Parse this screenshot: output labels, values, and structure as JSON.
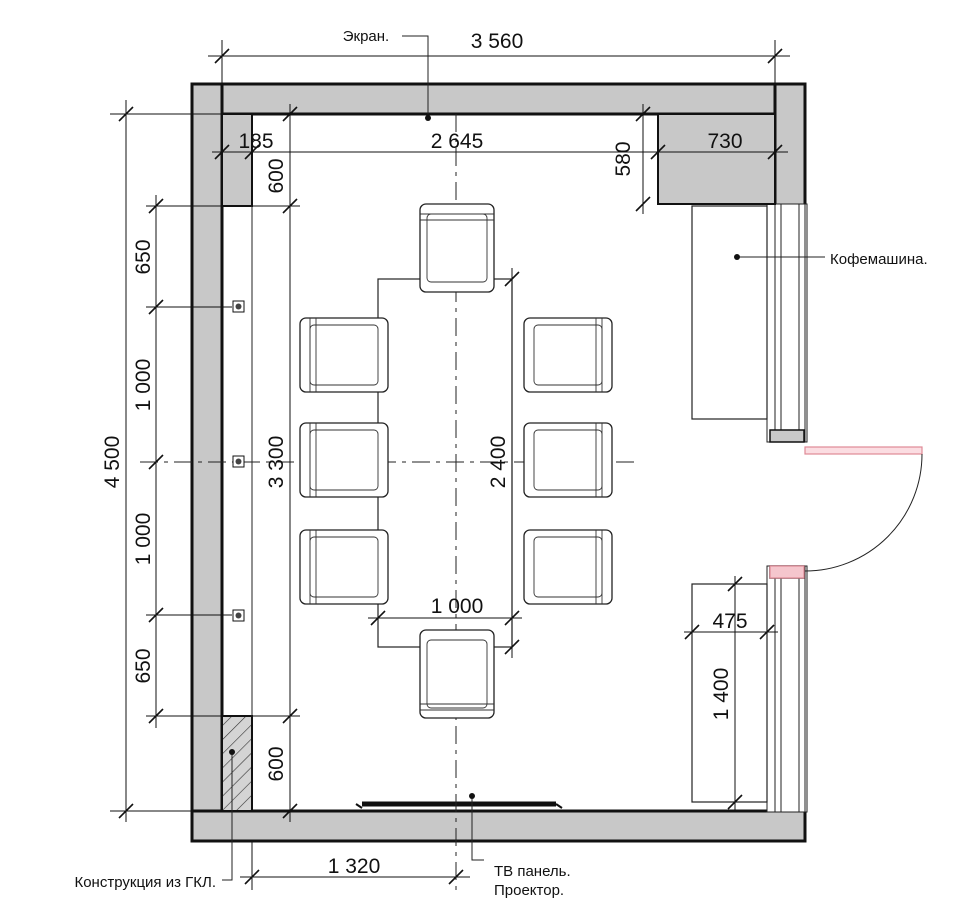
{
  "dimensions": {
    "total_width": "3 560",
    "screen_inner_width": "2 645",
    "left_niche_width": "185",
    "corner_cabinet_width": "730",
    "corner_cabinet_depth": "580",
    "top_gap": "600",
    "total_length": "4 500",
    "segment_top": "650",
    "spacing_upper": "1 000",
    "spacing_lower": "1 000",
    "segment_bottom": "650",
    "inner_length": "3 300",
    "table_length": "2 400",
    "table_width": "1 000",
    "bottom_gap": "600",
    "bottom_offset": "1 320",
    "cabinet_depth": "475",
    "cabinet_length": "1 400"
  },
  "labels": {
    "screen": "Экран.",
    "coffee_machine": "Кофемашина.",
    "gkl_construction": "Конструкция из ГКЛ.",
    "tv_panel": "ТВ панель.",
    "projector": "Проектор."
  },
  "colors": {
    "wall": "#c8c8c8",
    "wall_stroke": "#111111",
    "door": "#e08a96",
    "hatch": "#cfcfcf"
  }
}
